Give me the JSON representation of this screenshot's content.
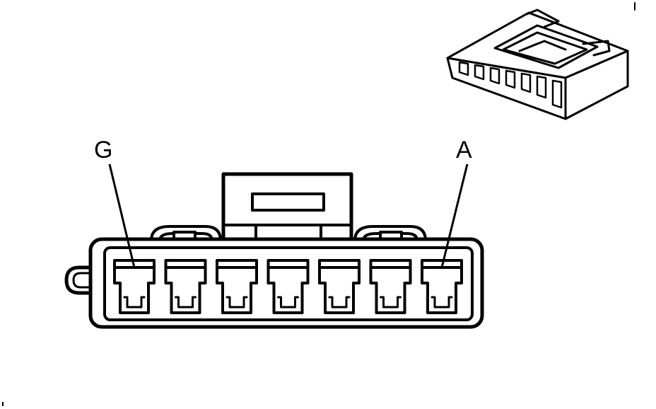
{
  "labels": {
    "pin_left": "G",
    "pin_right": "A"
  },
  "colors": {
    "line": "#000000",
    "background": "#ffffff"
  },
  "connector": {
    "cavity_count": 7
  }
}
